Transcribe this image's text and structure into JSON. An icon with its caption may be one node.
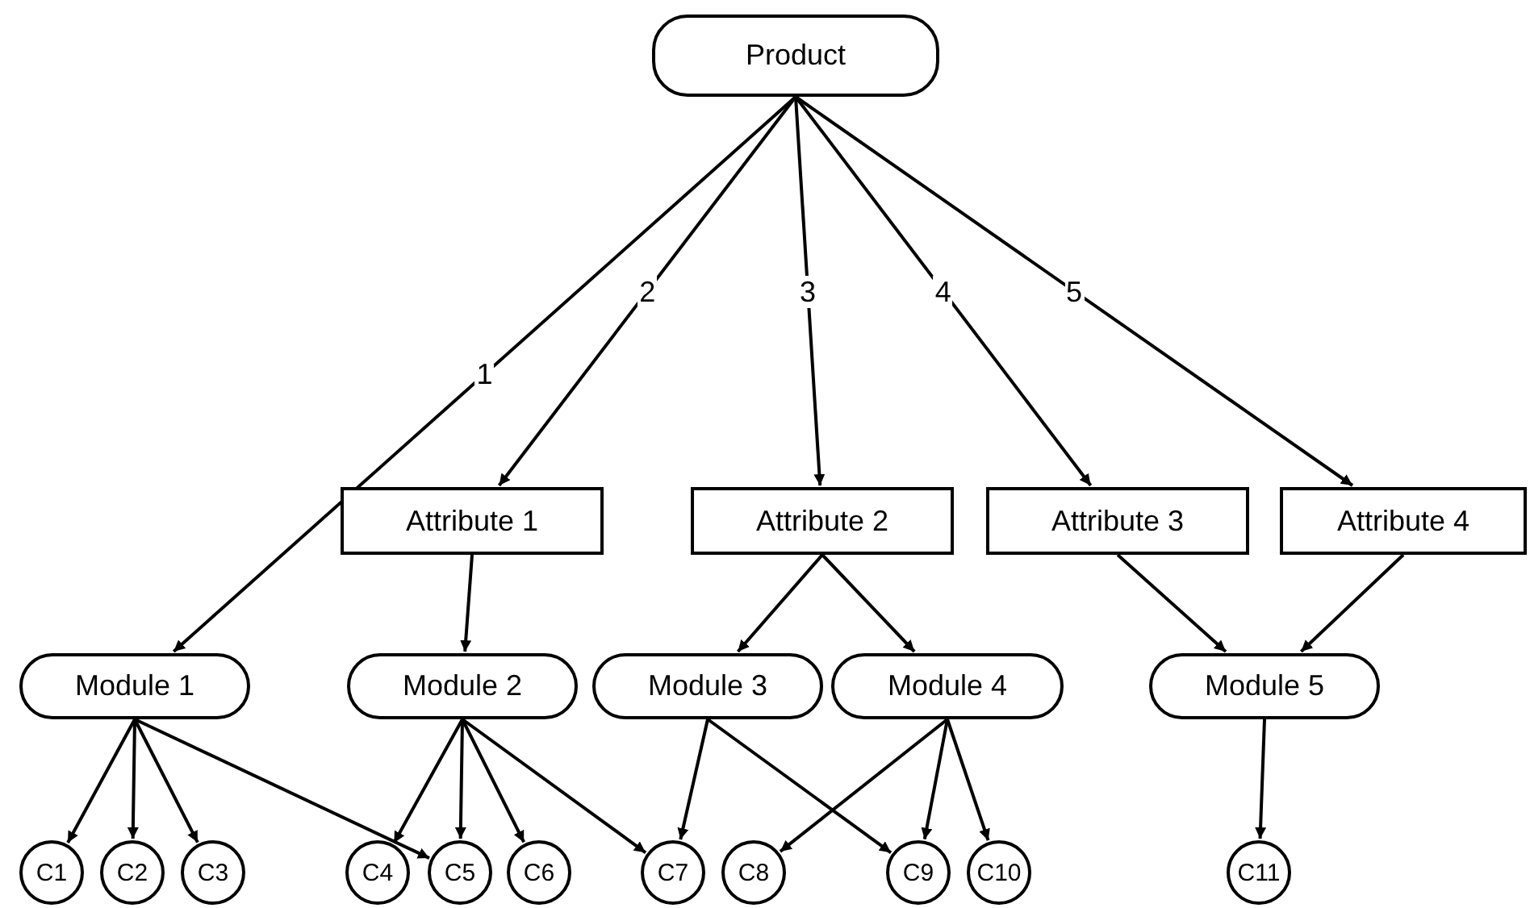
{
  "diagram": {
    "nodes": [
      {
        "text": [
          "Product"
        ]
      },
      {
        "text": [
          "Attribute 1"
        ]
      },
      {
        "text": [
          "Attribute 2"
        ]
      },
      {
        "text": [
          "Attribute 3"
        ]
      },
      {
        "text": [
          "Attribute 4"
        ]
      },
      {
        "text": [
          "Module 1"
        ]
      },
      {
        "text": [
          "Module 2"
        ]
      },
      {
        "text": [
          "Module 3"
        ]
      },
      {
        "text": [
          "Module 4"
        ]
      },
      {
        "text": [
          "Module 5"
        ]
      },
      {
        "text": [
          "C1"
        ]
      },
      {
        "text": [
          "C2"
        ]
      },
      {
        "text": [
          "C3"
        ]
      },
      {
        "text": [
          "C4"
        ]
      },
      {
        "text": [
          "C5"
        ]
      },
      {
        "text": [
          "C6"
        ]
      },
      {
        "text": [
          "C7"
        ]
      },
      {
        "text": [
          "C8"
        ]
      },
      {
        "text": [
          "C9"
        ]
      },
      {
        "text": [
          "C10"
        ]
      },
      {
        "text": [
          "C11"
        ]
      }
    ],
    "edges": [
      {
        "from": 0,
        "to": 5,
        "arrow": "to",
        "label": "1"
      },
      {
        "from": 0,
        "to": 1,
        "arrow": "to",
        "label": "2"
      },
      {
        "from": 0,
        "to": 2,
        "arrow": "to",
        "label": "3"
      },
      {
        "from": 0,
        "to": 3,
        "arrow": "to",
        "label": "4"
      },
      {
        "from": 0,
        "to": 4,
        "arrow": "to",
        "label": "5"
      },
      {
        "from": 1,
        "to": 6,
        "arrow": "to"
      },
      {
        "from": 2,
        "to": 7,
        "arrow": "to"
      },
      {
        "from": 2,
        "to": 8,
        "arrow": "to"
      },
      {
        "from": 3,
        "to": 9,
        "arrow": "to"
      },
      {
        "from": 4,
        "to": 9,
        "arrow": "to"
      },
      {
        "from": 5,
        "to": 10,
        "arrow": "to"
      },
      {
        "from": 5,
        "to": 11,
        "arrow": "to"
      },
      {
        "from": 5,
        "to": 12,
        "arrow": "to"
      },
      {
        "from": 5,
        "to": 14,
        "arrow": "to"
      },
      {
        "from": 6,
        "to": 13,
        "arrow": "to"
      },
      {
        "from": 6,
        "to": 14,
        "arrow": "to"
      },
      {
        "from": 6,
        "to": 15,
        "arrow": "to"
      },
      {
        "from": 6,
        "to": 16,
        "arrow": "to"
      },
      {
        "from": 7,
        "to": 16,
        "arrow": "to"
      },
      {
        "from": 7,
        "to": 18,
        "arrow": "to"
      },
      {
        "from": 8,
        "to": 17,
        "arrow": "to"
      },
      {
        "from": 8,
        "to": 18,
        "arrow": "to"
      },
      {
        "from": 8,
        "to": 19,
        "arrow": "to"
      },
      {
        "from": 9,
        "to": 20,
        "arrow": "to"
      }
    ]
  }
}
